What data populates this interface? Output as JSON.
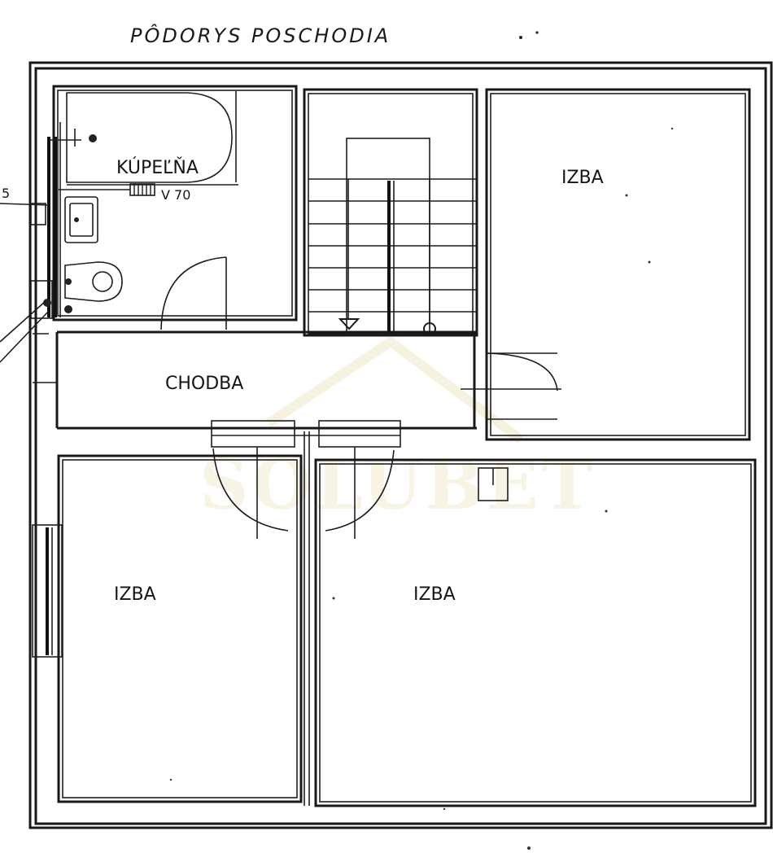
{
  "plan": {
    "title": "PÔDORYS POSCHODIA",
    "bathroom_label": "KÚPEĽŇA",
    "heater_label": "V 70",
    "edge_mark": "5",
    "corridor_label": "CHODBA",
    "room_ne_label": "IZBA",
    "room_sw_label": "IZBA",
    "room_se_label": "IZBA",
    "watermark": "SOLUBET"
  },
  "colors": {
    "ink": "#181818",
    "paper": "#ffffff",
    "watermark": "#f4efd8"
  }
}
